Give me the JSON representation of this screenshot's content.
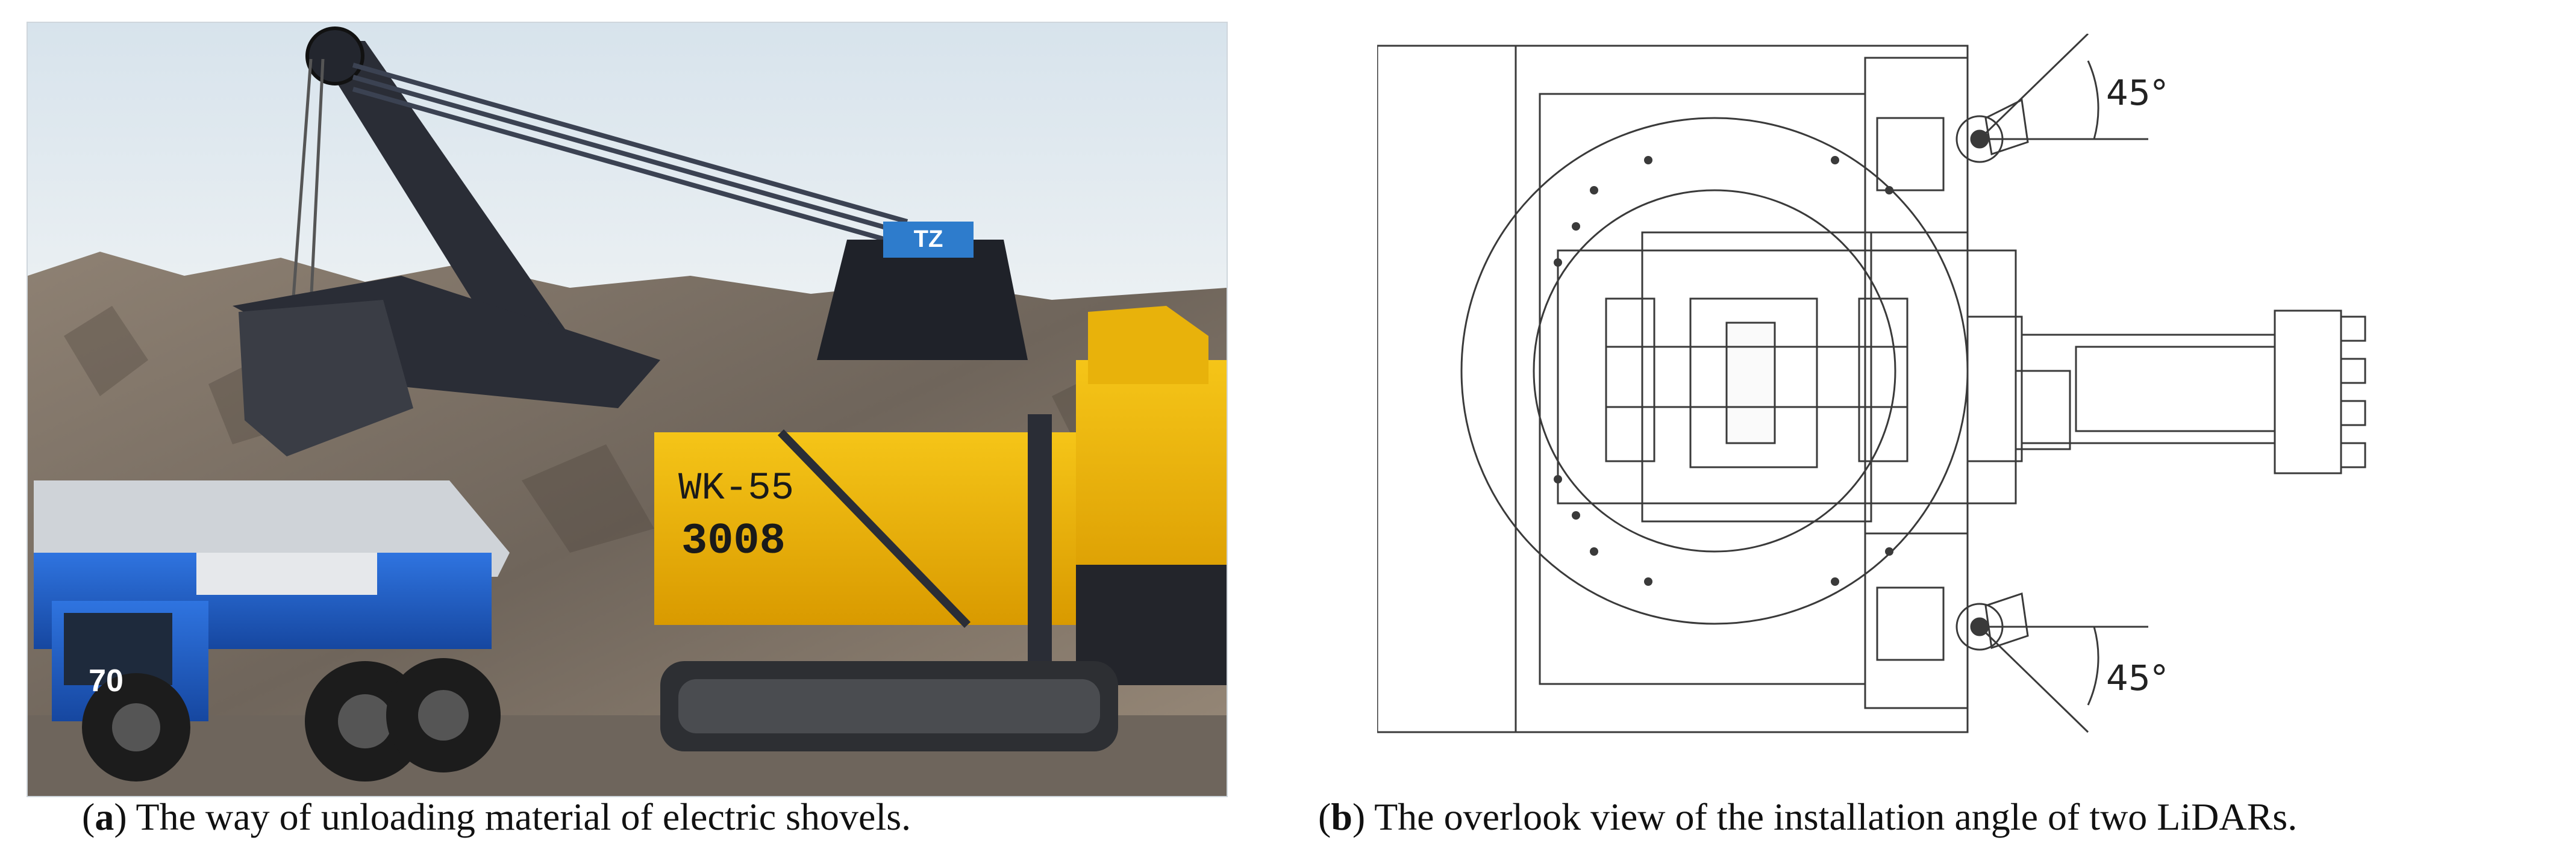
{
  "figure": {
    "panel_a": {
      "letter": "a",
      "caption": "The way of unloading material of electric shovels.",
      "shovel_markings": {
        "line1": "WK-55",
        "line2": "3008"
      },
      "truck_number": "70",
      "brand_badge": "TZ",
      "colors": {
        "sky": "#dfe8ef",
        "rock": "#8a7d70",
        "shovel_body": "#f2b705",
        "boom": "#2a2d36",
        "truck_blue": "#1f5fc9"
      }
    },
    "panel_b": {
      "letter": "b",
      "caption": "The overlook view of the installation angle of two LiDARs.",
      "angle_top": "45°",
      "angle_bottom": "45°",
      "colors": {
        "line": "#3a3a3a"
      }
    }
  }
}
